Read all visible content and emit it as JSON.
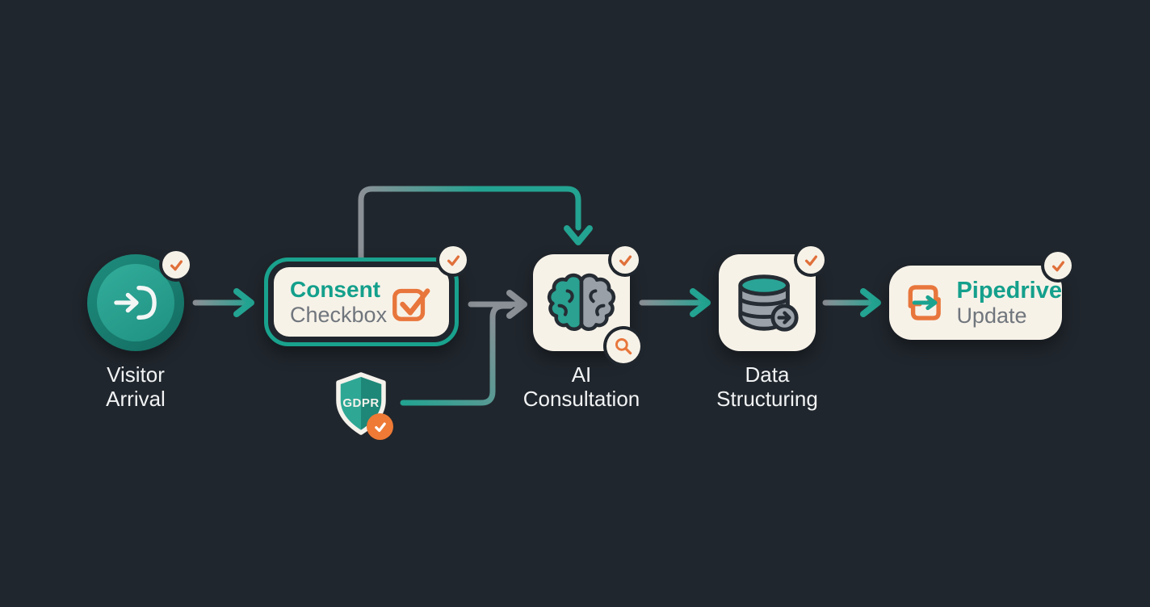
{
  "diagram": {
    "type": "flowchart",
    "nodes": {
      "visitor": {
        "line1": "Visitor",
        "line2": "Arrival",
        "icon": "login-arrow-icon",
        "status": "checked"
      },
      "consent": {
        "title": "Consent",
        "subtitle": "Checkbox",
        "icon": "checkbox-check-icon",
        "status": "checked"
      },
      "gdpr": {
        "label": "GDPR",
        "icon": "shield-icon",
        "status": "checked"
      },
      "ai": {
        "line1": "AI",
        "line2": "Consultation",
        "icon": "brain-icon",
        "status": "checked",
        "extra_badge": "magnifier-icon"
      },
      "data": {
        "line1": "Data",
        "line2": "Structuring",
        "icon": "database-icon",
        "status": "checked"
      },
      "pipedrive": {
        "title": "Pipedrive",
        "subtitle": "Update",
        "icon": "sync-arrows-icon",
        "status": "checked"
      }
    },
    "edges": [
      {
        "from": "visitor",
        "to": "consent",
        "style": "straight-arrow"
      },
      {
        "from": "consent",
        "to": "ai",
        "style": "straight-arrow"
      },
      {
        "from": "consent",
        "to": "ai",
        "style": "top-loop-arrow"
      },
      {
        "from": "gdpr",
        "to": "consent-ai-arrow",
        "style": "merge-line"
      },
      {
        "from": "ai",
        "to": "data",
        "style": "straight-arrow"
      },
      {
        "from": "data",
        "to": "pipedrive",
        "style": "straight-arrow"
      }
    ],
    "colors": {
      "background": "#20262d",
      "teal": "#19a28d",
      "teal_dark": "#157f70",
      "cream": "#f7f2e8",
      "orange": "#e8763c",
      "orange_badge": "#ee7a35",
      "gray_arrow": "#8a9096",
      "gray_text": "#70767d",
      "white_text": "#f1f3f4",
      "icon_outline": "#262c33"
    }
  }
}
